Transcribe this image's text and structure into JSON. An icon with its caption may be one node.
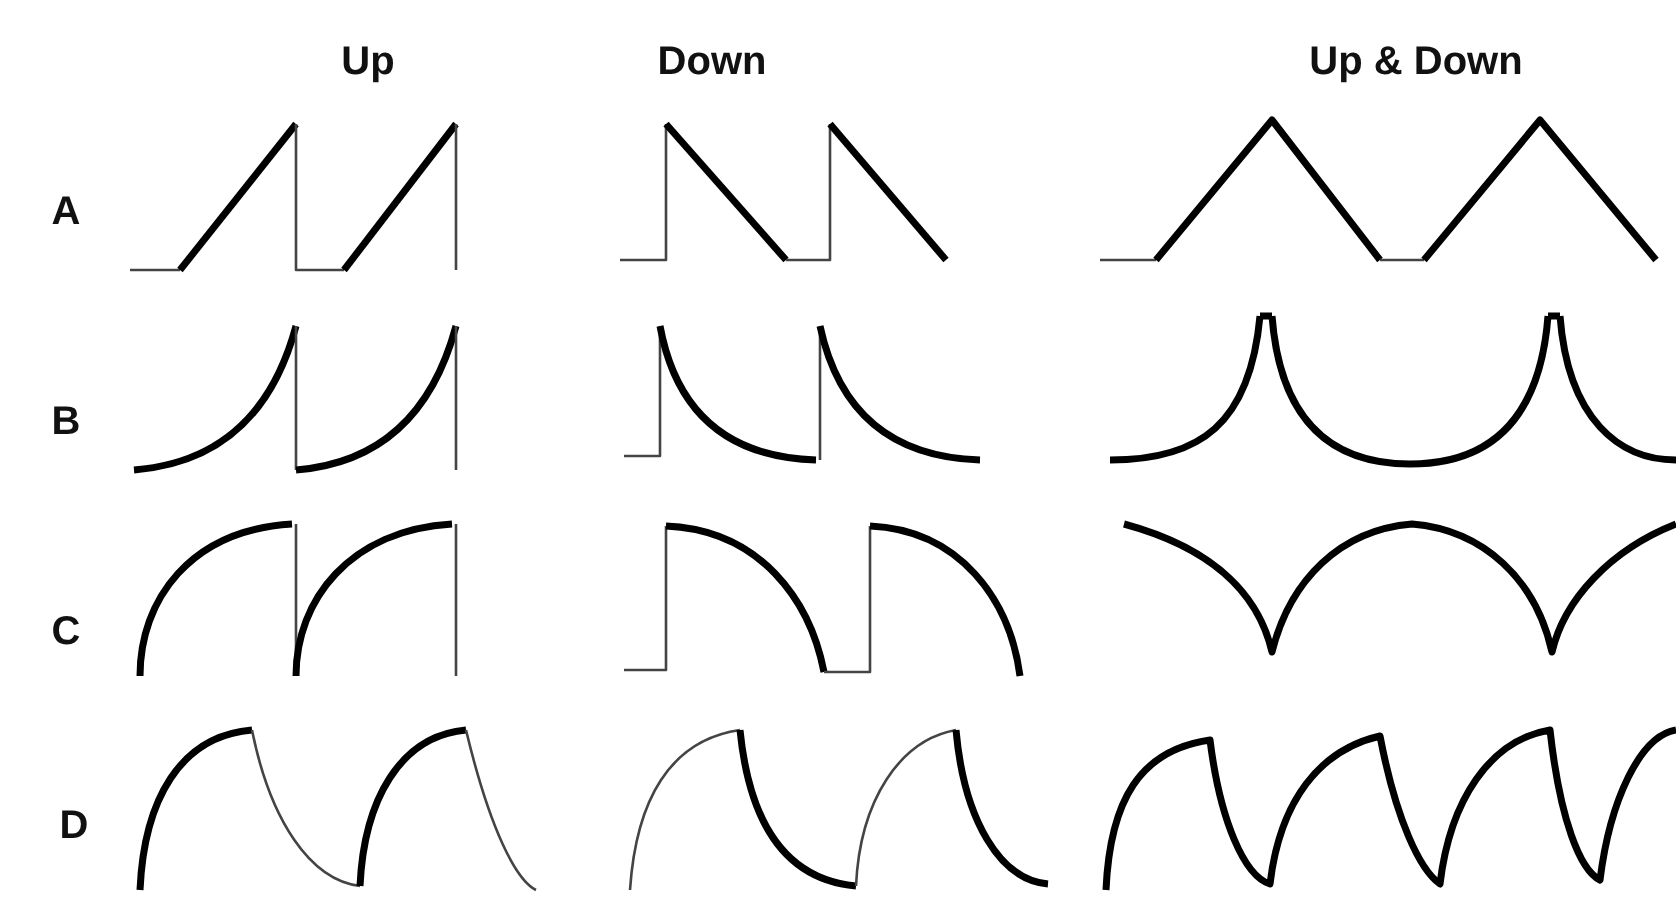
{
  "diagram": {
    "labels": [
      "Up",
      "Down",
      "Up & Down",
      "A",
      "B",
      "C",
      "D"
    ]
  }
}
